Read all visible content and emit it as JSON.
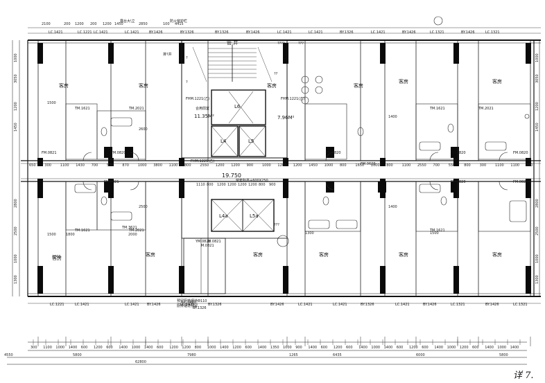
{
  "drawing": {
    "top_notes": [
      "露台大\\立",
      "防火窗护栏"
    ],
    "top_dims": [
      "2100",
      "200",
      "1200",
      "200",
      "1200",
      "1450",
      "2850",
      "100",
      "4415"
    ],
    "shaft_label": "管 井",
    "stair_label": "排?井",
    "fire_doors": [
      "FHM.1221(乙)",
      "FHM.1221(乙)",
      "FHM.1221(乙)"
    ],
    "lobby_label": "合用前室",
    "lobby_area": "11.35M²",
    "lobby_area_right": "7.96M²",
    "elevators_top": [
      "L6",
      "L4",
      "L5"
    ],
    "elevators_bottom": [
      "L4a",
      "L5a"
    ],
    "elevation_text": "19.750",
    "corridor_note": "窗套标高+600X250",
    "room_guest": "客房",
    "window_top": [
      "LC.1421",
      "LC.1221",
      "LC.1421",
      "LC.1421",
      "BY.1426",
      "BY.1326",
      "BY.1326",
      "BY.1426",
      "LC.1421",
      "LC.1421",
      "BY.1326",
      "LC.1421",
      "BY.1426",
      "LC.1321",
      "BY.1426",
      "LC.1321"
    ],
    "window_bottom": [
      "LC.1221",
      "LC.1421",
      "LC.1421",
      "BY.1426",
      "LC.1421",
      "BY.1326",
      "BY.1426",
      "LC.1421",
      "LC.1421",
      "BY.1326",
      "LC.1421",
      "BY.1426",
      "LC.1321",
      "BY.1426",
      "LC.1321"
    ],
    "door_tags": [
      "FM.0821",
      "FM.0821",
      "FM.0820",
      "FM.0820",
      "FM.0620",
      "FM.0820",
      "FM.0820",
      "FM.0820",
      "FM.0820",
      "M.0821"
    ],
    "tm_tags": [
      "TM.1621",
      "TM.2021",
      "TM.1621",
      "TM.2021",
      "TM.3621",
      "TM.1621",
      "TM.2021",
      "TM.1621"
    ],
    "corridor_dims": [
      "650",
      "300",
      "1100",
      "1430",
      "700",
      "570",
      "870",
      "1000",
      "3800",
      "1100",
      "800",
      "2550",
      "1200",
      "1200",
      "900",
      "1000",
      "1200",
      "1200",
      "1450",
      "1000",
      "800",
      "1650",
      "1000",
      "800",
      "1100",
      "2550",
      "700",
      "550",
      "800",
      "300",
      "1100",
      "1100",
      "700"
    ],
    "mid_dims": [
      "1110",
      "800",
      "1200",
      "1200",
      "1200",
      "1200",
      "800",
      "900"
    ],
    "vertical_dims": [
      "1000",
      "3050",
      "1200",
      "1450",
      "2800",
      "2500",
      "1000",
      "1300"
    ],
    "unit_dims": [
      "2600",
      "2500",
      "1500",
      "1800",
      "2000",
      "1500",
      "2800",
      "1300",
      "1500",
      "1400",
      "1400"
    ],
    "bottom_row1": [
      "300",
      "1100",
      "1000",
      "1400",
      "600",
      "1200",
      "600",
      "1400",
      "1000",
      "1400",
      "600",
      "1200",
      "1200",
      "800",
      "1000",
      "1400",
      "1200",
      "600",
      "1400",
      "1350",
      "1000",
      "900",
      "1400",
      "600",
      "1200",
      "600",
      "1400",
      "1000",
      "1400",
      "600",
      "1200",
      "600",
      "1400",
      "1000",
      "1200",
      "600",
      "1400",
      "1000",
      "1400"
    ],
    "bottom_row2": [
      "5800",
      "7980",
      "6435",
      "6000",
      "5800"
    ],
    "bottom_left": "4550",
    "bottom_total": "62800",
    "bottom_misc": "1265",
    "kitchen_note": "预留厨排烟道Φ110",
    "kitchen_note2": "厨排烟道预留",
    "misc_codes": [
      "BY.1326",
      "LC.1421",
      "YM.0821",
      "M.0821"
    ],
    "question_marks": [
      "?",
      "?",
      "??",
      "???",
      "????",
      "???"
    ],
    "signature": "详 7."
  },
  "colors": {
    "ink": "#111111",
    "wall": "#0a0a0a",
    "paper": "#ffffff",
    "grid": "#222222"
  }
}
